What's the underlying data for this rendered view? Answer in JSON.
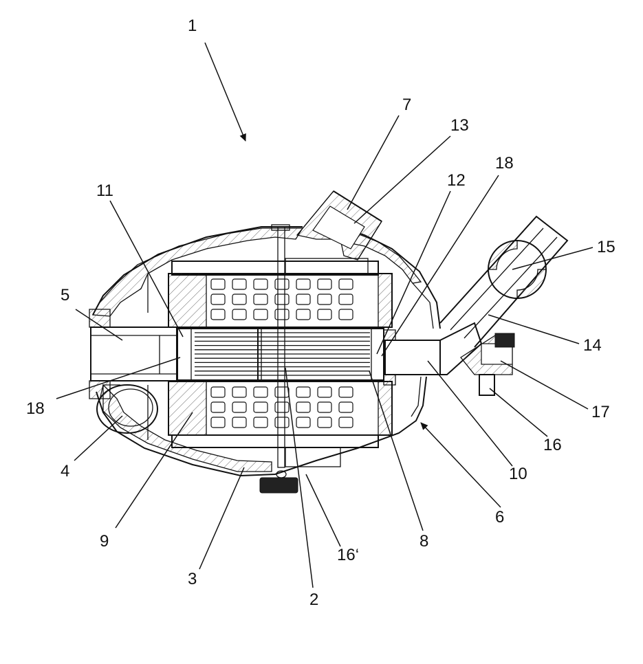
{
  "figure": {
    "labels": [
      {
        "id": "ref-1",
        "text": "1"
      },
      {
        "id": "ref-7",
        "text": "7"
      },
      {
        "id": "ref-13",
        "text": "13"
      },
      {
        "id": "ref-12",
        "text": "12"
      },
      {
        "id": "ref-18a",
        "text": "18"
      },
      {
        "id": "ref-11",
        "text": "11"
      },
      {
        "id": "ref-15",
        "text": "15"
      },
      {
        "id": "ref-5",
        "text": "5"
      },
      {
        "id": "ref-14",
        "text": "14"
      },
      {
        "id": "ref-18b",
        "text": "18"
      },
      {
        "id": "ref-17",
        "text": "17"
      },
      {
        "id": "ref-4",
        "text": "4"
      },
      {
        "id": "ref-16",
        "text": "16"
      },
      {
        "id": "ref-10",
        "text": "10"
      },
      {
        "id": "ref-6",
        "text": "6"
      },
      {
        "id": "ref-9",
        "text": "9"
      },
      {
        "id": "ref-8",
        "text": "8"
      },
      {
        "id": "ref-16p",
        "text": "16‘"
      },
      {
        "id": "ref-3",
        "text": "3"
      },
      {
        "id": "ref-2",
        "text": "2"
      }
    ]
  }
}
